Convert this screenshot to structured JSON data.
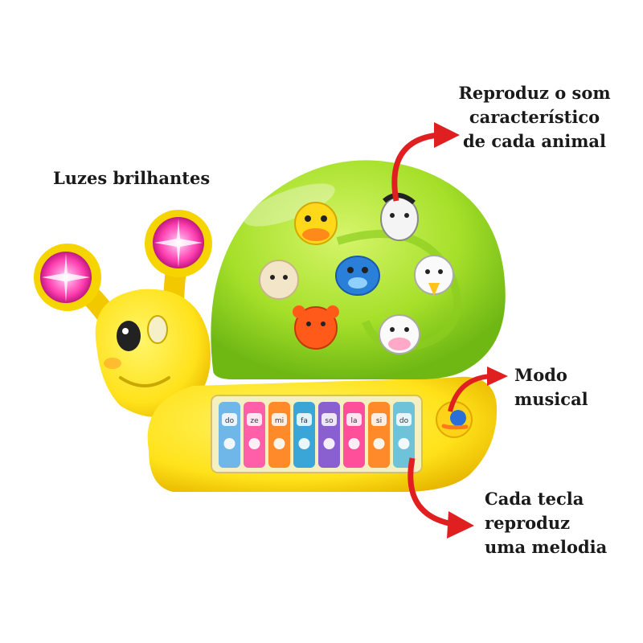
{
  "captions": {
    "lights": [
      "Luzes brilhantes"
    ],
    "sound": [
      "Reproduz o som",
      "característico",
      "de cada animal"
    ],
    "mode": [
      "Modo",
      "musical"
    ],
    "keys": [
      "Cada tecla",
      "reproduz",
      "uma melodia"
    ]
  },
  "keys": [
    {
      "label": "do",
      "color": "#6fb7e8"
    },
    {
      "label": "ze",
      "color": "#ff5fa8"
    },
    {
      "label": "mi",
      "color": "#ff8a2a"
    },
    {
      "label": "fa",
      "color": "#3aa6d8"
    },
    {
      "label": "so",
      "color": "#8a5fd0"
    },
    {
      "label": "la",
      "color": "#ff4f9a"
    },
    {
      "label": "si",
      "color": "#ff8a2a"
    },
    {
      "label": "do",
      "color": "#6fc3d8"
    }
  ],
  "colors": {
    "body_yellow": "#ffe21a",
    "shell_green": "#a6e02a",
    "arrow_red": "#e02020",
    "light_pink": "#ff48b8"
  },
  "icons": [
    "duck-icon",
    "horse-icon",
    "sheep-icon",
    "dog-icon",
    "bird-icon",
    "bear-icon",
    "cow-icon",
    "snail-icon"
  ]
}
